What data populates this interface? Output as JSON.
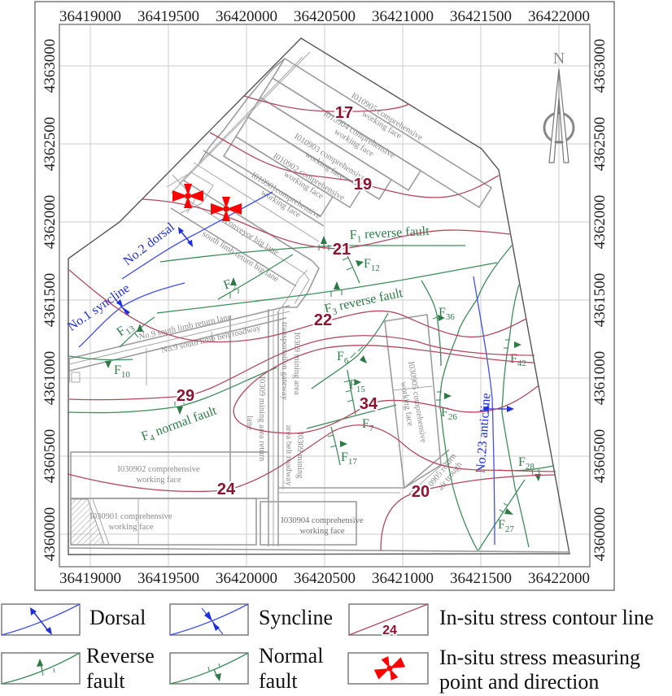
{
  "map": {
    "x_axis_ticks": [
      "36419000",
      "36419500",
      "36420000",
      "36420500",
      "36421000",
      "36421500",
      "36422000"
    ],
    "y_axis_ticks": [
      "4363000",
      "4362500",
      "4362000",
      "4361500",
      "4361000",
      "4360500",
      "4360000"
    ],
    "compass_label": "N",
    "contour_values": [
      "17",
      "19",
      "21",
      "22",
      "29",
      "34",
      "24",
      "20"
    ],
    "structures": {
      "dorsal": "No.2 dorsal",
      "syncline": "No.1 syncline",
      "anticline": "No.23 anticline"
    },
    "faults": [
      {
        "name": "F",
        "sub": "1",
        "desc": "reverse fault"
      },
      {
        "name": "F",
        "sub": "2"
      },
      {
        "name": "F",
        "sub": "3",
        "desc": "reverse fault"
      },
      {
        "name": "F",
        "sub": "4",
        "desc": "normal fault"
      },
      {
        "name": "F",
        "sub": "6"
      },
      {
        "name": "F",
        "sub": "7"
      },
      {
        "name": "F",
        "sub": "10"
      },
      {
        "name": "F",
        "sub": "12"
      },
      {
        "name": "F",
        "sub": "13"
      },
      {
        "name": "F",
        "sub": "15"
      },
      {
        "name": "F",
        "sub": "17"
      },
      {
        "name": "F",
        "sub": "26"
      },
      {
        "name": "F",
        "sub": "27"
      },
      {
        "name": "F",
        "sub": "28"
      },
      {
        "name": "F",
        "sub": "36"
      },
      {
        "name": "F",
        "sub": "42"
      }
    ],
    "working_faces": [
      {
        "line1": "I010905 comprehensive",
        "line2": "working face"
      },
      {
        "line1": "I010904 comprehensive",
        "line2": "working face"
      },
      {
        "line1": "I010903 comprehensive",
        "line2": "working face"
      },
      {
        "line1": "I010902 comprehensive",
        "line2": "working face"
      },
      {
        "line1": "I010901comprehensive",
        "line2": "working face"
      },
      {
        "line1": "I030902 comprehensive",
        "line2": "working face"
      },
      {
        "line1": "I030901 comprehensive",
        "line2": "working face"
      },
      {
        "line1": "I030904 comprehensive",
        "line2": "working face"
      },
      {
        "line1": "I030905 comprehensive",
        "line2": "working face"
      }
    ],
    "roadways": [
      {
        "line1": "conveyor big lane"
      },
      {
        "line1": "south limb return big lane"
      },
      {
        "line1": "No.9 south limb return lane"
      },
      {
        "line1": "No.9 south limb belt roadway"
      },
      {
        "line1": "I0309 mining area",
        "line2": "transportation gateway"
      },
      {
        "line1": "I0309 mining area return",
        "line2": "lane"
      },
      {
        "line1": "I0309 mining",
        "line2": "area belt roadway"
      },
      {
        "line1": "0905 return",
        "line2": "air trough"
      }
    ],
    "stress_measuring_points": 2
  },
  "legend": [
    {
      "label": "Dorsal"
    },
    {
      "label": "Syncline"
    },
    {
      "label": "In-situ stress contour line",
      "sample_value": "24"
    },
    {
      "line1": "Reverse",
      "line2": "fault"
    },
    {
      "line1": "Normal",
      "line2": "fault"
    },
    {
      "line1": "In-situ stress measuring",
      "line2": "point and direction"
    }
  ],
  "colors": {
    "contour": "#b24a60",
    "contour_label": "#8c1430",
    "fold_axis": "#4050e8",
    "fault": "#3f8d5b",
    "stress_marker": "#ff0000",
    "mine_structure": "#9d9d9d"
  }
}
